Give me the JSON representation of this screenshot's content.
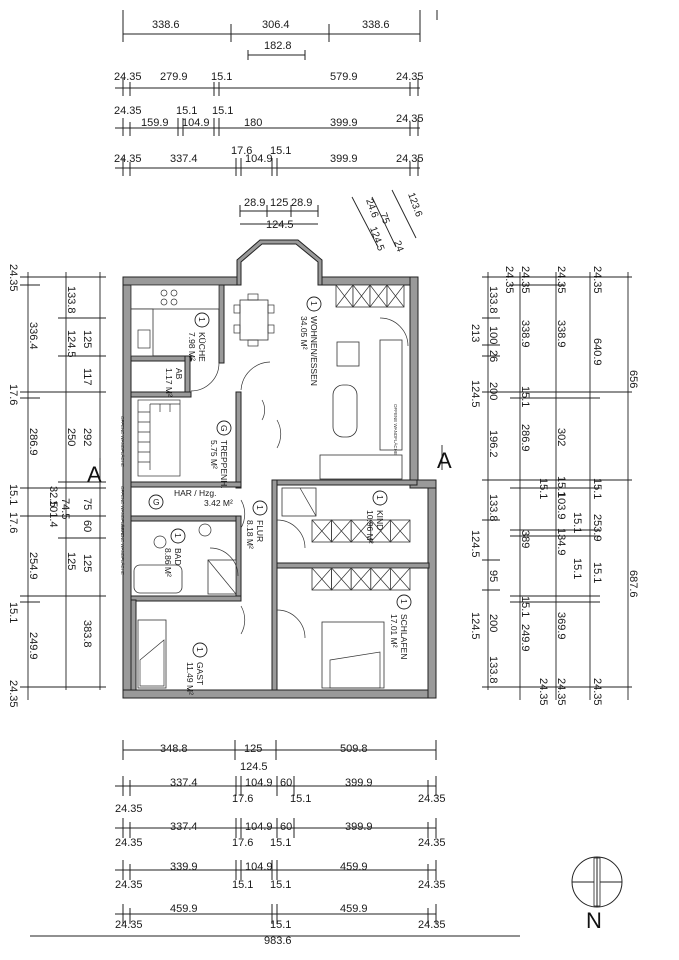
{
  "dims_top": {
    "r1": [
      "338.6",
      "306.4",
      "338.6"
    ],
    "r2": [
      "182.8"
    ],
    "r3": [
      "24.35",
      "279.9",
      "15.1",
      "579.9",
      "24.35"
    ],
    "r4": [
      "24.35",
      "15.1",
      "15.1",
      "159.9",
      "104.9",
      "180",
      "399.9",
      "24.35"
    ],
    "r5": [
      "17.6",
      "15.1",
      "24.35",
      "337.4",
      "104.9",
      "399.9",
      "24.35"
    ],
    "bay": [
      "28.9",
      "125",
      "28.9",
      "124.5"
    ],
    "diag": [
      "24.6",
      "75",
      "123.6",
      "124.5",
      "24"
    ]
  },
  "dims_bottom": {
    "b1": [
      "348.8",
      "125",
      "509.8",
      "124.5"
    ],
    "b2": [
      "337.4",
      "104.9",
      "60",
      "399.9",
      "24.35",
      "17.6",
      "15.1",
      "24.35"
    ],
    "b3": [
      "337.4",
      "104.9",
      "60",
      "399.9",
      "24.35",
      "17.6",
      "15.1",
      "24.35"
    ],
    "b4": [
      "339.9",
      "104.9",
      "459.9",
      "24.35",
      "15.1",
      "15.1",
      "24.35"
    ],
    "b5": [
      "459.9",
      "15.1",
      "459.9",
      "24.35",
      "24.35",
      "983.6"
    ]
  },
  "dims_left": {
    "c1": [
      "24.35",
      "336.4",
      "17.6",
      "286.9",
      "15.1",
      "17.6",
      "254.9",
      "15.1",
      "249.9",
      "24.35"
    ],
    "c2": [
      "133.8",
      "124.5",
      "250",
      "32.5",
      "101.4",
      "125",
      "74.5"
    ],
    "c3": [
      "125",
      "117",
      "292",
      "75",
      "60",
      "125",
      "383.8"
    ]
  },
  "dims_right": {
    "c1": [
      "24.35",
      "213",
      "133.8",
      "100",
      "26",
      "124.5",
      "200",
      "196.2",
      "133.8",
      "124.5",
      "95",
      "124.5",
      "200",
      "133.8"
    ],
    "c2": [
      "24.35",
      "338.9",
      "15.1",
      "286.9",
      "15.1",
      "389",
      "15.1",
      "249.9",
      "24.35"
    ],
    "c3": [
      "24.35",
      "338.9",
      "302",
      "103.9",
      "15.1",
      "134.9",
      "15.1",
      "369.9",
      "24.35",
      "15.1"
    ],
    "c4": [
      "24.35",
      "640.9",
      "15.1",
      "253.9",
      "15.1",
      "24.35"
    ],
    "c5": [
      "656",
      "687.6"
    ]
  },
  "rooms": {
    "kueche": {
      "name": "KÜCHE",
      "area": "7.98 M²",
      "num": "1"
    },
    "wohnen": {
      "name": "WOHNEN/ESSEN",
      "area": "34.05 M²",
      "num": "1"
    },
    "ab": {
      "name": "AB",
      "area": "1.17 M²"
    },
    "treppe": {
      "name": "TREPPENH.",
      "area": "5.75 M²",
      "num": "G"
    },
    "har": {
      "name": "HAR / Hzg.",
      "area": "3.42 M²",
      "num": "G"
    },
    "flur": {
      "name": "FLUR",
      "area": "8.18 M²",
      "num": "1"
    },
    "kind": {
      "name": "KIND",
      "area": "10.96 M²",
      "num": "1"
    },
    "bad": {
      "name": "BAD",
      "area": "8.86 M²",
      "num": "1"
    },
    "schlafen": {
      "name": "SCHLAFEN",
      "area": "17.01 M²",
      "num": "1"
    },
    "gast": {
      "name": "GAST",
      "area": "11.49 M²",
      "num": "1"
    }
  },
  "section_marks": {
    "left": "A",
    "right": "A"
  },
  "north": {
    "label": "N"
  }
}
